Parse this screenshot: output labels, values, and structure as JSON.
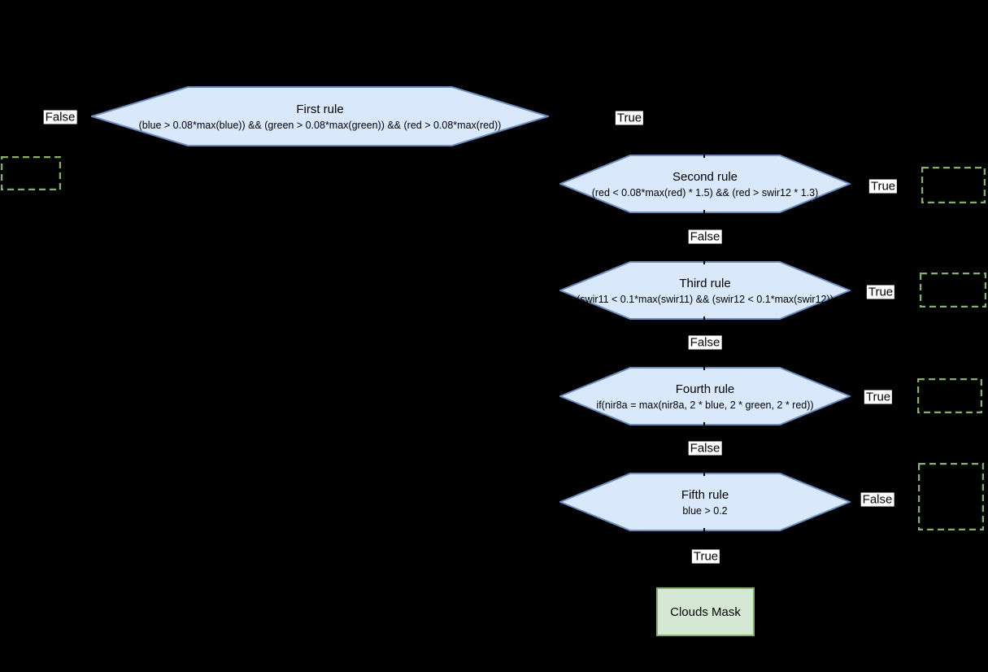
{
  "diagram": {
    "background_color": "#000000",
    "node_fill": "#dae8fc",
    "node_stroke": "#6c8ebf",
    "placeholder_stroke": "#82b366",
    "terminal_fill": "#d5e8d4",
    "terminal_stroke": "#82b366",
    "edge_label_background": "#ffffff",
    "rules": [
      {
        "title": "First rule",
        "condition": "(blue > 0.08*max(blue)) && (green > 0.08*max(green)) && (red > 0.08*max(red))"
      },
      {
        "title": "Second rule",
        "condition": "(red < 0.08*max(red) * 1.5) && (red > swir12 * 1.3)"
      },
      {
        "title": "Third rule",
        "condition": "(swir11 < 0.1*max(swir11) && (swir12 < 0.1*max(swir12))"
      },
      {
        "title": "Fourth rule",
        "condition": "if(nir8a = max(nir8a, 2 * blue, 2 * green, 2 * red))"
      },
      {
        "title": "Fifth rule",
        "condition": "blue > 0.2"
      }
    ],
    "edge_labels": {
      "first_false": "False",
      "first_true": "True",
      "second_true": "True",
      "second_false": "False",
      "third_true": "True",
      "third_false": "False",
      "fourth_true": "True",
      "fourth_false": "False",
      "fifth_false": "False",
      "fifth_true": "True"
    },
    "terminal": {
      "label": "Clouds Mask"
    }
  }
}
